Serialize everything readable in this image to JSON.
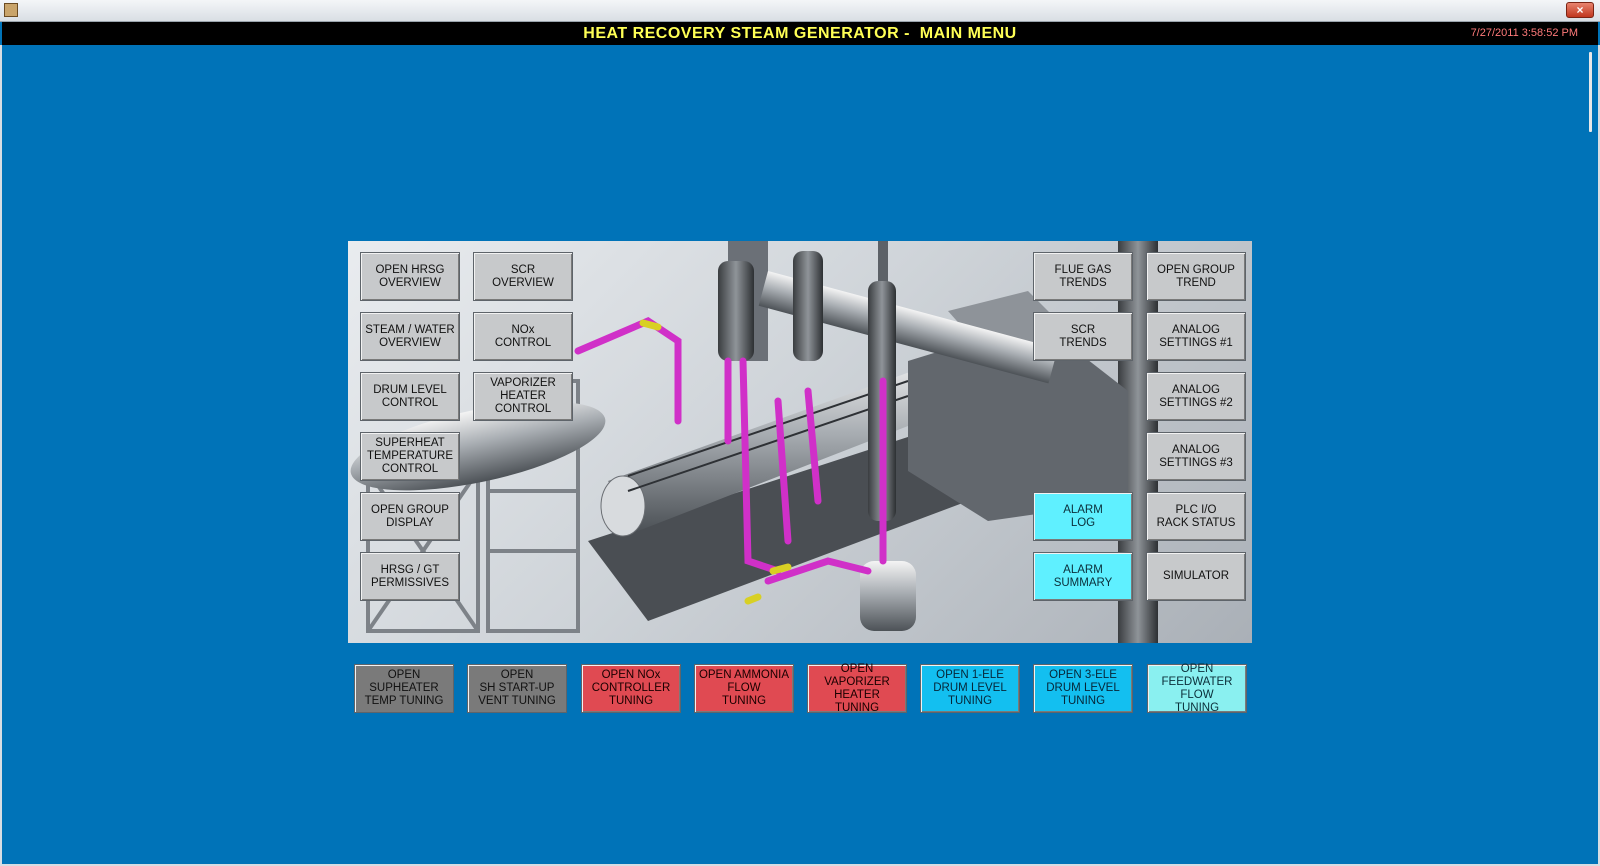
{
  "titlebar": {
    "close_glyph": "×"
  },
  "header": {
    "title": "HEAT RECOVERY STEAM GENERATOR -  MAIN MENU",
    "datetime": "7/27/2011 3:58:52 PM"
  },
  "left_buttons": [
    "OPEN HRSG\nOVERVIEW",
    "STEAM / WATER\nOVERVIEW",
    "DRUM LEVEL\nCONTROL",
    "SUPERHEAT\nTEMPERATURE\nCONTROL",
    "OPEN GROUP\nDISPLAY",
    "HRSG / GT\nPERMISSIVES"
  ],
  "mid_buttons": [
    "SCR\nOVERVIEW",
    "NOx\nCONTROL",
    "VAPORIZER\nHEATER\nCONTROL"
  ],
  "right_a_buttons": [
    "FLUE GAS\nTRENDS",
    "SCR\nTRENDS",
    "ALARM\nLOG",
    "ALARM\nSUMMARY"
  ],
  "right_b_buttons": [
    "OPEN GROUP\nTREND",
    "ANALOG\nSETTINGS #1",
    "ANALOG\nSETTINGS #2",
    "ANALOG\nSETTINGS #3",
    "PLC I/O\nRACK STATUS",
    "SIMULATOR"
  ],
  "bottom_buttons": [
    "OPEN\nSUPHEATER\nTEMP TUNING",
    "OPEN\nSH START-UP\nVENT TUNING",
    "OPEN NOx\nCONTROLLER\nTUNING",
    "OPEN AMMONIA\nFLOW\nTUNING",
    "OPEN VAPORIZER\nHEATER\nTUNING",
    "OPEN 1-ELE\nDRUM LEVEL\nTUNING",
    "OPEN 3-ELE\nDRUM LEVEL\nTUNING",
    "OPEN FEEDWATER\nFLOW\nTUNING"
  ],
  "colors": {
    "background": "#0073b8",
    "header_text": "#ffff55",
    "timestamp": "#ff7a7a",
    "button_gray": "#c7c9cb",
    "button_cyan": "#5ff0ff",
    "button_dark_gray": "#7a7a7a",
    "button_red": "#e04a52",
    "button_blue": "#13bff0",
    "button_light_cyan": "#8af0f0"
  }
}
